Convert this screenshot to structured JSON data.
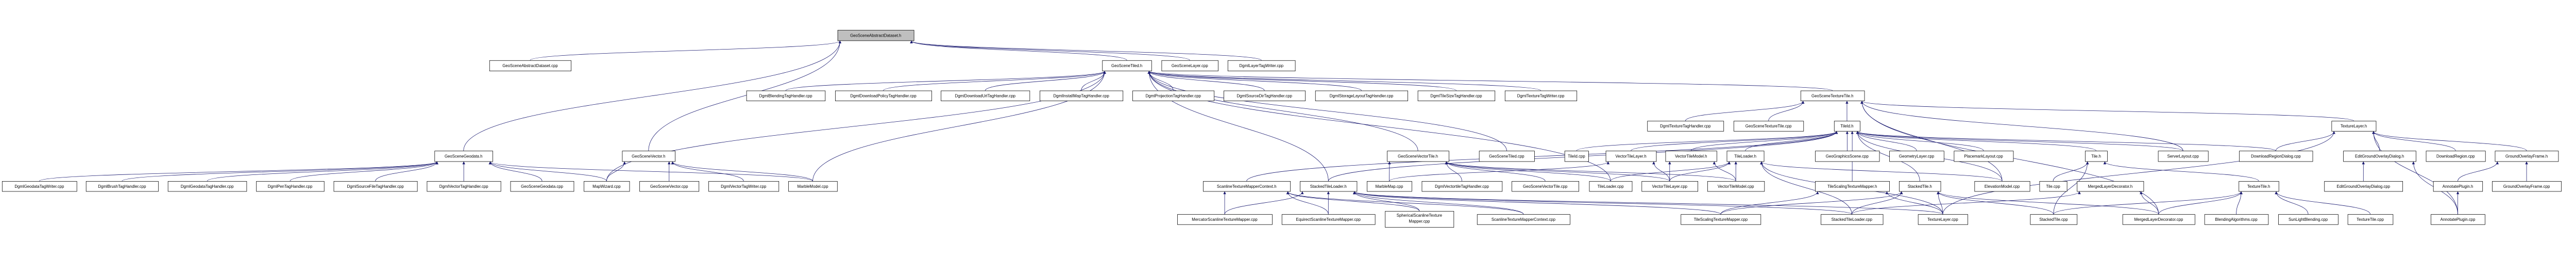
{
  "graph": {
    "edge_color": "#191970",
    "root_fill": "#bfbfbf",
    "nodes": [
      {
        "label": "GeoSceneAbstractDataset.h",
        "root": true
      },
      {
        "label": "GeoSceneAbstractDataset.cpp"
      },
      {
        "label": "GeoSceneTiled.h"
      },
      {
        "label": "GeoSceneLayer.cpp"
      },
      {
        "label": "DgmlLayerTagWriter.cpp"
      },
      {
        "label": "DgmlBlendingTagHandler.cpp"
      },
      {
        "label": "DgmlDownloadPolicyTagHandler.cpp"
      },
      {
        "label": "DgmlDownloadUrlTagHandler.cpp"
      },
      {
        "label": "DgmlInstallMapTagHandler.cpp"
      },
      {
        "label": "DgmlProjectionTagHandler.cpp"
      },
      {
        "label": "DgmlSourceDirTagHandler.cpp"
      },
      {
        "label": "DgmlStorageLayoutTagHandler.cpp"
      },
      {
        "label": "DgmlTileSizeTagHandler.cpp"
      },
      {
        "label": "DgmlTextureTagWriter.cpp"
      },
      {
        "label": "GeoSceneTextureTile.h"
      },
      {
        "label": "DgmlTextureTagHandler.cpp"
      },
      {
        "label": "GeoSceneTextureTile.cpp"
      },
      {
        "label": "TileId.h"
      },
      {
        "label": "TextureLayer.h"
      },
      {
        "label": "GeoSceneGeodata.h"
      },
      {
        "label": "GeoSceneVector.h"
      },
      {
        "label": "GeoSceneVectorTile.h"
      },
      {
        "label": "GeoSceneTiled.cpp"
      },
      {
        "label": "TileId.cpp"
      },
      {
        "label": "VectorTileLayer.h"
      },
      {
        "label": "VectorTileModel.h"
      },
      {
        "label": "TileLoader.h"
      },
      {
        "label": "GeoGraphicsScene.cpp"
      },
      {
        "label": "GeometryLayer.cpp"
      },
      {
        "label": "PlacemarkLayout.cpp"
      },
      {
        "label": "Tile.h"
      },
      {
        "label": "ServerLayout.cpp"
      },
      {
        "label": "DownloadRegionDialog.cpp"
      },
      {
        "label": "EditGroundOverlayDialog.h"
      },
      {
        "label": "DownloadRegion.cpp"
      },
      {
        "label": "GroundOverlayFrame.h"
      },
      {
        "label": "DgmlGeodataTagWriter.cpp"
      },
      {
        "label": "DgmlBrushTagHandler.cpp"
      },
      {
        "label": "DgmlGeodataTagHandler.cpp"
      },
      {
        "label": "DgmlPenTagHandler.cpp"
      },
      {
        "label": "DgmlSourceFileTagHandler.cpp"
      },
      {
        "label": "DgmlVectorTagHandler.cpp"
      },
      {
        "label": "GeoSceneGeodata.cpp"
      },
      {
        "label": "MapWizard.cpp"
      },
      {
        "label": "GeoSceneVector.cpp"
      },
      {
        "label": "DgmlVectorTagWriter.cpp"
      },
      {
        "label": "MarbleModel.cpp"
      },
      {
        "label": "ScanlineTextureMapperContext.h"
      },
      {
        "label": "StackedTileLoader.h"
      },
      {
        "label": "MarbleMap.cpp"
      },
      {
        "label": "DgmlVectortileTagHandler.cpp"
      },
      {
        "label": "GeoSceneVectorTile.cpp"
      },
      {
        "label": "TileLoader.cpp"
      },
      {
        "label": "VectorTileLayer.cpp"
      },
      {
        "label": "VectorTileModel.cpp"
      },
      {
        "label": "TileScalingTextureMapper.h"
      },
      {
        "label": "StackedTile.h"
      },
      {
        "label": "ElevationModel.cpp"
      },
      {
        "label": "Tile.cpp"
      },
      {
        "label": "MergedLayerDecorator.h"
      },
      {
        "label": "TextureTile.h"
      },
      {
        "label": "EditGroundOverlayDialog.cpp"
      },
      {
        "label": "AnnotatePlugin.h"
      },
      {
        "label": "GroundOverlayFrame.cpp"
      },
      {
        "label": "MercatorScanlineTextureMapper.cpp"
      },
      {
        "label": "EquirectScanlineTextureMapper.cpp"
      },
      {
        "label": "SphericalScanlineTexture",
        "label2": "Mapper.cpp"
      },
      {
        "label": "ScanlineTextureMapperContext.cpp"
      },
      {
        "label": "TileScalingTextureMapper.cpp"
      },
      {
        "label": "StackedTileLoader.cpp"
      },
      {
        "label": "TextureLayer.cpp"
      },
      {
        "label": "StackedTile.cpp"
      },
      {
        "label": "MergedLayerDecorator.cpp"
      },
      {
        "label": "BlendingAlgorithms.cpp"
      },
      {
        "label": "SunLightBlending.cpp"
      },
      {
        "label": "TextureTile.cpp"
      },
      {
        "label": "AnnotatePlugin.cpp"
      }
    ],
    "edges": [
      [
        "GeoSceneAbstractDataset.cpp",
        "GeoSceneAbstractDataset.h"
      ],
      [
        "GeoSceneGeodata.h",
        "GeoSceneAbstractDataset.h"
      ],
      [
        "GeoSceneVector.h",
        "GeoSceneAbstractDataset.h"
      ],
      [
        "GeoSceneTiled.h",
        "GeoSceneAbstractDataset.h"
      ],
      [
        "GeoSceneLayer.cpp",
        "GeoSceneAbstractDataset.h"
      ],
      [
        "DgmlLayerTagWriter.cpp",
        "GeoSceneAbstractDataset.h"
      ],
      [
        "DgmlGeodataTagWriter.cpp",
        "GeoSceneGeodata.h"
      ],
      [
        "DgmlBrushTagHandler.cpp",
        "GeoSceneGeodata.h"
      ],
      [
        "DgmlGeodataTagHandler.cpp",
        "GeoSceneGeodata.h"
      ],
      [
        "DgmlPenTagHandler.cpp",
        "GeoSceneGeodata.h"
      ],
      [
        "DgmlSourceFileTagHandler.cpp",
        "GeoSceneGeodata.h"
      ],
      [
        "DgmlVectorTagHandler.cpp",
        "GeoSceneGeodata.h"
      ],
      [
        "GeoSceneGeodata.cpp",
        "GeoSceneGeodata.h"
      ],
      [
        "MapWizard.cpp",
        "GeoSceneGeodata.h"
      ],
      [
        "MarbleModel.cpp",
        "GeoSceneGeodata.h"
      ],
      [
        "MapWizard.cpp",
        "GeoSceneVector.h"
      ],
      [
        "GeoSceneVector.cpp",
        "GeoSceneVector.h"
      ],
      [
        "DgmlVectorTagWriter.cpp",
        "GeoSceneVector.h"
      ],
      [
        "MarbleModel.cpp",
        "GeoSceneVector.h"
      ],
      [
        "DgmlBlendingTagHandler.cpp",
        "GeoSceneTiled.h"
      ],
      [
        "DgmlDownloadPolicyTagHandler.cpp",
        "GeoSceneTiled.h"
      ],
      [
        "DgmlDownloadUrlTagHandler.cpp",
        "GeoSceneTiled.h"
      ],
      [
        "DgmlInstallMapTagHandler.cpp",
        "GeoSceneTiled.h"
      ],
      [
        "DgmlProjectionTagHandler.cpp",
        "GeoSceneTiled.h"
      ],
      [
        "DgmlSourceDirTagHandler.cpp",
        "GeoSceneTiled.h"
      ],
      [
        "DgmlStorageLayoutTagHandler.cpp",
        "GeoSceneTiled.h"
      ],
      [
        "DgmlTileSizeTagHandler.cpp",
        "GeoSceneTiled.h"
      ],
      [
        "DgmlTextureTagWriter.cpp",
        "GeoSceneTiled.h"
      ],
      [
        "MapWizard.cpp",
        "GeoSceneTiled.h"
      ],
      [
        "MarbleModel.cpp",
        "GeoSceneTiled.h"
      ],
      [
        "GeoSceneVectorTile.h",
        "GeoSceneTiled.h"
      ],
      [
        "GeoSceneTextureTile.h",
        "GeoSceneTiled.h"
      ],
      [
        "GeoSceneTiled.cpp",
        "GeoSceneTiled.h"
      ],
      [
        "StackedTileLoader.h",
        "GeoSceneTiled.h"
      ],
      [
        "TileLoader.cpp",
        "GeoSceneTiled.h"
      ],
      [
        "MarbleMap.cpp",
        "GeoSceneVectorTile.h"
      ],
      [
        "DgmlVectortileTagHandler.cpp",
        "GeoSceneVectorTile.h"
      ],
      [
        "GeoSceneVectorTile.cpp",
        "GeoSceneVectorTile.h"
      ],
      [
        "TileLoader.cpp",
        "GeoSceneVectorTile.h"
      ],
      [
        "VectorTileLayer.cpp",
        "GeoSceneVectorTile.h"
      ],
      [
        "VectorTileModel.cpp",
        "GeoSceneVectorTile.h"
      ],
      [
        "DgmlTextureTagHandler.cpp",
        "GeoSceneTextureTile.h"
      ],
      [
        "GeoSceneTextureTile.cpp",
        "GeoSceneTextureTile.h"
      ],
      [
        "TileId.h",
        "GeoSceneTextureTile.h"
      ],
      [
        "TextureLayer.h",
        "GeoSceneTextureTile.h"
      ],
      [
        "ElevationModel.cpp",
        "GeoSceneTextureTile.h"
      ],
      [
        "MergedLayerDecorator.cpp",
        "GeoSceneTextureTile.h"
      ],
      [
        "ServerLayout.cpp",
        "GeoSceneTextureTile.h"
      ],
      [
        "VectorTileLayer.h",
        "TileId.h"
      ],
      [
        "VectorTileModel.h",
        "TileId.h"
      ],
      [
        "TileLoader.h",
        "TileId.h"
      ],
      [
        "GeoGraphicsScene.cpp",
        "TileId.h"
      ],
      [
        "GeometryLayer.cpp",
        "TileId.h"
      ],
      [
        "PlacemarkLayout.cpp",
        "TileId.h"
      ],
      [
        "TileId.cpp",
        "TileId.h"
      ],
      [
        "Tile.h",
        "TileId.h"
      ],
      [
        "ServerLayout.cpp",
        "TileId.h"
      ],
      [
        "DownloadRegionDialog.cpp",
        "TileId.h"
      ],
      [
        "TileScalingTextureMapper.h",
        "TileId.h"
      ],
      [
        "StackedTile.h",
        "TileId.h"
      ],
      [
        "ScanlineTextureMapperContext.h",
        "TileId.h"
      ],
      [
        "StackedTileLoader.h",
        "TileId.h"
      ],
      [
        "ElevationModel.cpp",
        "TileId.h"
      ],
      [
        "MarbleMap.cpp",
        "VectorTileLayer.h"
      ],
      [
        "VectorTileLayer.cpp",
        "VectorTileLayer.h"
      ],
      [
        "VectorTileLayer.cpp",
        "VectorTileModel.h"
      ],
      [
        "VectorTileModel.cpp",
        "VectorTileModel.h"
      ],
      [
        "TileLoader.cpp",
        "TileLoader.h"
      ],
      [
        "VectorTileLayer.cpp",
        "TileLoader.h"
      ],
      [
        "VectorTileModel.cpp",
        "TileLoader.h"
      ],
      [
        "StackedTileLoader.cpp",
        "TileLoader.h"
      ],
      [
        "TextureLayer.cpp",
        "TileLoader.h"
      ],
      [
        "ElevationModel.cpp",
        "TileLoader.h"
      ],
      [
        "MercatorScanlineTextureMapper.cpp",
        "ScanlineTextureMapperContext.h"
      ],
      [
        "EquirectScanlineTextureMapper.cpp",
        "ScanlineTextureMapperContext.h"
      ],
      [
        "SphericalScanlineTexture",
        "ScanlineTextureMapperContext.h"
      ],
      [
        "ScanlineTextureMapperContext.cpp",
        "ScanlineTextureMapperContext.h"
      ],
      [
        "MercatorScanlineTextureMapper.cpp",
        "StackedTileLoader.h"
      ],
      [
        "EquirectScanlineTextureMapper.cpp",
        "StackedTileLoader.h"
      ],
      [
        "SphericalScanlineTexture",
        "StackedTileLoader.h"
      ],
      [
        "ScanlineTextureMapperContext.cpp",
        "StackedTileLoader.h"
      ],
      [
        "StackedTileLoader.cpp",
        "StackedTileLoader.h"
      ],
      [
        "TileScalingTextureMapper.cpp",
        "StackedTileLoader.h"
      ],
      [
        "TextureLayer.cpp",
        "StackedTileLoader.h"
      ],
      [
        "TileScalingTextureMapper.cpp",
        "TileScalingTextureMapper.h"
      ],
      [
        "TextureLayer.cpp",
        "TileScalingTextureMapper.h"
      ],
      [
        "TileScalingTextureMapper.cpp",
        "StackedTile.h"
      ],
      [
        "StackedTileLoader.cpp",
        "StackedTile.h"
      ],
      [
        "TextureLayer.cpp",
        "StackedTile.h"
      ],
      [
        "StackedTile.cpp",
        "StackedTile.h"
      ],
      [
        "MergedLayerDecorator.cpp",
        "StackedTile.h"
      ],
      [
        "Tile.cpp",
        "Tile.h"
      ],
      [
        "TextureTile.h",
        "Tile.h"
      ],
      [
        "StackedTile.cpp",
        "Tile.h"
      ],
      [
        "StackedTileLoader.cpp",
        "MergedLayerDecorator.h"
      ],
      [
        "MergedLayerDecorator.cpp",
        "MergedLayerDecorator.h"
      ],
      [
        "StackedTile.cpp",
        "TextureTile.h"
      ],
      [
        "MergedLayerDecorator.cpp",
        "TextureTile.h"
      ],
      [
        "BlendingAlgorithms.cpp",
        "TextureTile.h"
      ],
      [
        "SunLightBlending.cpp",
        "TextureTile.h"
      ],
      [
        "TextureTile.cpp",
        "TextureTile.h"
      ],
      [
        "DownloadRegionDialog.cpp",
        "TextureLayer.h"
      ],
      [
        "EditGroundOverlayDialog.h",
        "TextureLayer.h"
      ],
      [
        "DownloadRegion.cpp",
        "TextureLayer.h"
      ],
      [
        "GroundOverlayFrame.h",
        "TextureLayer.h"
      ],
      [
        "TextureLayer.cpp",
        "TextureLayer.h"
      ],
      [
        "AnnotatePlugin.cpp",
        "TextureLayer.h"
      ],
      [
        "EditGroundOverlayDialog.cpp",
        "EditGroundOverlayDialog.h"
      ],
      [
        "AnnotatePlugin.cpp",
        "EditGroundOverlayDialog.h"
      ],
      [
        "AnnotatePlugin.h",
        "GroundOverlayFrame.h"
      ],
      [
        "GroundOverlayFrame.cpp",
        "GroundOverlayFrame.h"
      ],
      [
        "AnnotatePlugin.cpp",
        "AnnotatePlugin.h"
      ]
    ]
  }
}
